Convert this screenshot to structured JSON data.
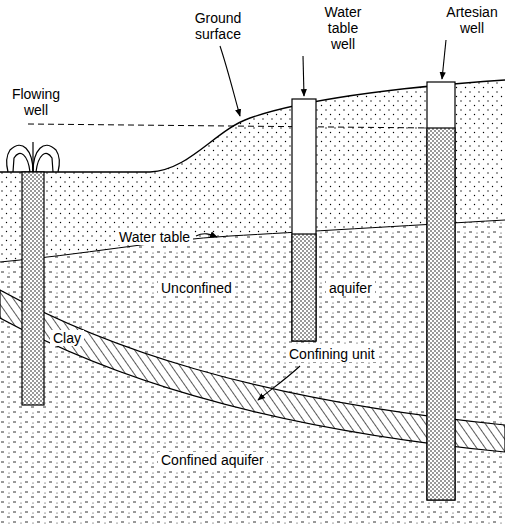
{
  "diagram": {
    "labels": [
      "Ground surface",
      "Water table well",
      "Artesian well",
      "Flowing well",
      "Water table",
      "Unconfined",
      "aquifer",
      "Clay",
      "Confining unit",
      "Confined aquifer"
    ]
  }
}
